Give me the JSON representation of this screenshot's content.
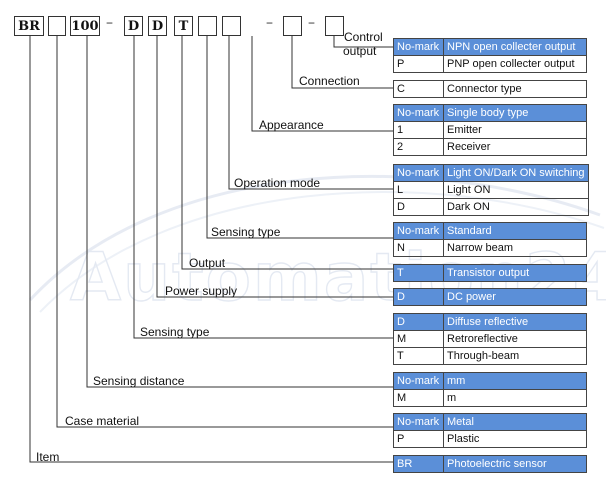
{
  "code_boxes": [
    "BR",
    "",
    "100",
    "D",
    "D",
    "T",
    "",
    "",
    "",
    ""
  ],
  "separators": [
    "–",
    "–",
    "–"
  ],
  "watermark": "Automation24",
  "groups": [
    {
      "label": "Control output",
      "label_line1": "Control",
      "label_line2": "output",
      "rows": [
        {
          "code": "No-mark",
          "desc": "NPN open collecter output",
          "highlight": true
        },
        {
          "code": "P",
          "desc": "PNP open collecter output",
          "highlight": false
        }
      ]
    },
    {
      "label": "Connection",
      "rows": [
        {
          "code": "C",
          "desc": "Connector type",
          "highlight": false
        }
      ]
    },
    {
      "label": "Appearance",
      "rows": [
        {
          "code": "No-mark",
          "desc": "Single body type",
          "highlight": true
        },
        {
          "code": "1",
          "desc": "Emitter",
          "highlight": false
        },
        {
          "code": "2",
          "desc": "Receiver",
          "highlight": false
        }
      ]
    },
    {
      "label": "Operation mode",
      "rows": [
        {
          "code": "No-mark",
          "desc": "Light ON/Dark ON switching",
          "highlight": true
        },
        {
          "code": "L",
          "desc": "Light ON",
          "highlight": false
        },
        {
          "code": "D",
          "desc": "Dark ON",
          "highlight": false
        }
      ]
    },
    {
      "label": "Sensing type",
      "rows": [
        {
          "code": "No-mark",
          "desc": "Standard",
          "highlight": true
        },
        {
          "code": "N",
          "desc": "Narrow beam",
          "highlight": false
        }
      ]
    },
    {
      "label": "Output",
      "rows": [
        {
          "code": "T",
          "desc": "Transistor output",
          "highlight": true
        }
      ]
    },
    {
      "label": "Power supply",
      "rows": [
        {
          "code": "D",
          "desc": "DC power",
          "highlight": true
        }
      ]
    },
    {
      "label": "Sensing type",
      "rows": [
        {
          "code": "D",
          "desc": "Diffuse reflective",
          "highlight": true
        },
        {
          "code": "M",
          "desc": "Retroreflective",
          "highlight": false
        },
        {
          "code": "T",
          "desc": "Through-beam",
          "highlight": false
        }
      ]
    },
    {
      "label": "Sensing distance",
      "rows": [
        {
          "code": "No-mark",
          "desc": "mm",
          "highlight": true
        },
        {
          "code": "M",
          "desc": "m",
          "highlight": false
        }
      ]
    },
    {
      "label": "Case material",
      "rows": [
        {
          "code": "No-mark",
          "desc": "Metal",
          "highlight": true
        },
        {
          "code": "P",
          "desc": "Plastic",
          "highlight": false
        }
      ]
    },
    {
      "label": "Item",
      "rows": [
        {
          "code": "BR",
          "desc": "Photoelectric sensor",
          "highlight": true
        }
      ]
    }
  ],
  "colors": {
    "highlight": "#5b8fd8",
    "line": "#333333",
    "watermark": "#d4dceb"
  }
}
